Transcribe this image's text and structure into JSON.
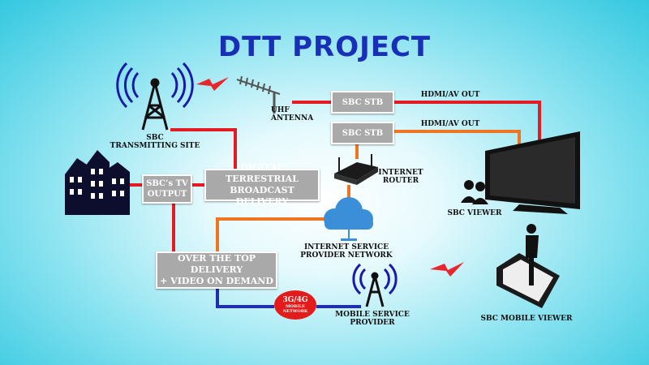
{
  "title": "DTT PROJECT",
  "nodes": {
    "transmitting_site": "SBC\nTRANSMITTING SITE",
    "uhf_antenna": "UHF\nANTENNA",
    "stb_top": "SBC STB",
    "stb_bottom": "SBC STB",
    "hdmi_top": "HDMI/AV OUT",
    "hdmi_bottom": "HDMI/AV OUT",
    "tv_output": "SBC’s TV\nOUTPUT",
    "dtt_delivery": "DIGITAL TERRESTRIAL\nBROADCAST DELIVERY",
    "internet_router": "INTERNET\nROUTER",
    "sbc_viewer": "SBC VIEWER",
    "isp_network": "INTERNET SERVICE\nPROVIDER NETWORK",
    "ott_delivery": "OVER THE TOP DELIVERY\n+ VIDEO ON DEMAND",
    "mobile_network_badge": "3G/4G",
    "mobile_network_badge_sub": "MOBILE\nNETWORK",
    "mobile_provider": "MOBILE SERVICE\nPROVIDER",
    "mobile_viewer": "SBC MOBILE VIEWER"
  },
  "colors": {
    "title": "#1a2fb8",
    "broadcast_line": "#e31b23",
    "internet_line": "#ee7623",
    "mobile_line": "#1f2fb0",
    "box_fill": "#a9a9a9",
    "badge": "#e41b1b"
  }
}
